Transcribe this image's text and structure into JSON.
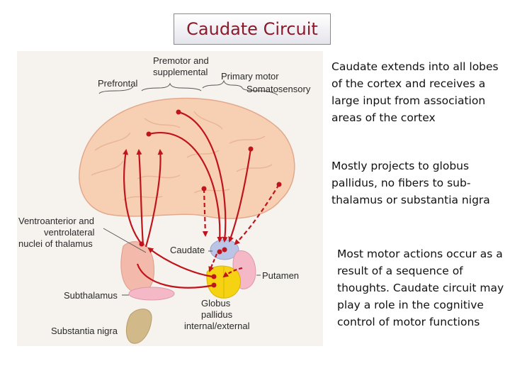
{
  "title": "Caudate Circuit",
  "figure": {
    "labels": {
      "premotor": [
        "Premotor and",
        "supplemental"
      ],
      "primary_motor": "Primary motor",
      "prefrontal": "Prefrontal",
      "somatosensory": "Somatosensory",
      "thalamus": [
        "Ventroanterior and",
        "ventrolateral",
        "nuclei of thalamus"
      ],
      "caudate": "Caudate",
      "putamen": "Putamen",
      "subthalamus": "Subthalamus",
      "globus": [
        "Globus",
        "pallidus",
        "internal/external"
      ],
      "substantia_nigra": "Substantia nigra"
    }
  },
  "paragraphs": [
    "Caudate extends into all lobes of the cortex and receives a large input from association areas of the cortex",
    "Mostly projects to globus pallidus, no fibers to sub-thalamus or substantia nigra",
    "Most motor actions occur as a result of a sequence of thoughts. Caudate circuit may play a role in the cognitive control of motor functions"
  ],
  "colors": {
    "title": "#8b1a2b",
    "pathway": "#c0141c",
    "brain": "#f7cfb3",
    "thalamus": "#f3b9aa",
    "globus_pallidus": "#f5d312",
    "putamen": "#f4b8c6",
    "caudate": "#b9c4e6",
    "substantia_nigra": "#d2b98a"
  }
}
